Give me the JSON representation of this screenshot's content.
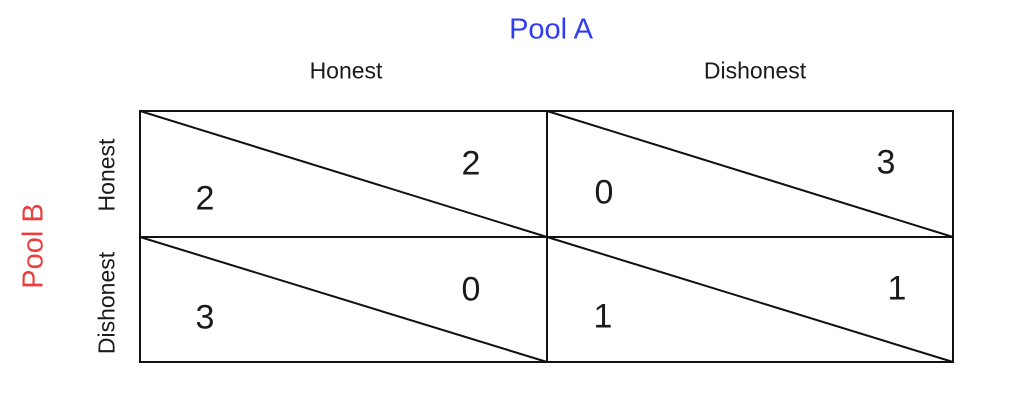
{
  "pool_a": {
    "label": "Pool A",
    "color": "#2f3cf2"
  },
  "pool_b": {
    "label": "Pool B",
    "color": "#ee3b3b"
  },
  "columns": [
    "Honest",
    "Dishonest"
  ],
  "rows": [
    "Honest",
    "Dishonest"
  ],
  "cells": [
    [
      {
        "pool_b_payoff": "2",
        "pool_a_payoff": "2"
      },
      {
        "pool_b_payoff": "0",
        "pool_a_payoff": "3"
      }
    ],
    [
      {
        "pool_b_payoff": "3",
        "pool_a_payoff": "0"
      },
      {
        "pool_b_payoff": "1",
        "pool_a_payoff": "1"
      }
    ]
  ]
}
